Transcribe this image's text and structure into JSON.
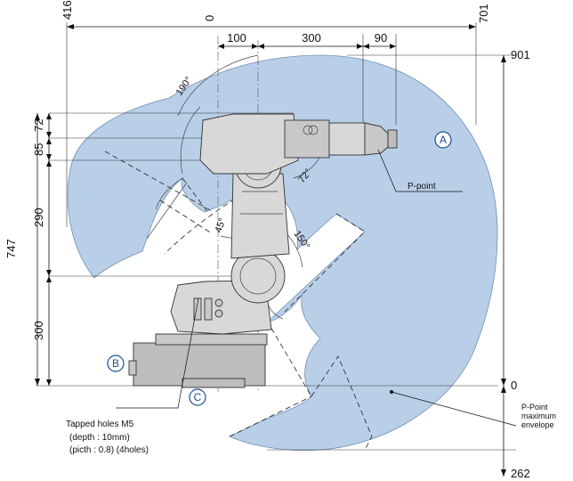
{
  "dimensions": {
    "top_left": "416",
    "top_zero": "0",
    "top_right": "701",
    "top_100": "100",
    "top_300": "300",
    "top_90": "90",
    "right_top": "901",
    "right_zero": "0",
    "right_bottom": "262",
    "left_72": "72",
    "left_85": "85",
    "left_290": "290",
    "left_300": "300",
    "left_747": "747"
  },
  "angles": {
    "a190": "190°",
    "a72": "72°",
    "a45": "45°",
    "a150": "150°"
  },
  "callouts": {
    "a": "A",
    "b": "B",
    "c": "C"
  },
  "labels": {
    "p_point": "P-point",
    "p_point_envelope_1": "P-Point",
    "p_point_envelope_2": "maximum",
    "p_point_envelope_3": "envelope",
    "tapped_holes": "Tapped holes M5",
    "depth": "(depth : 10mm)",
    "pitch": "(picth : 0.8)  (4holes)"
  },
  "colors": {
    "envelope_fill": "#b9cfe8",
    "callout_stroke": "#1a4f93"
  }
}
